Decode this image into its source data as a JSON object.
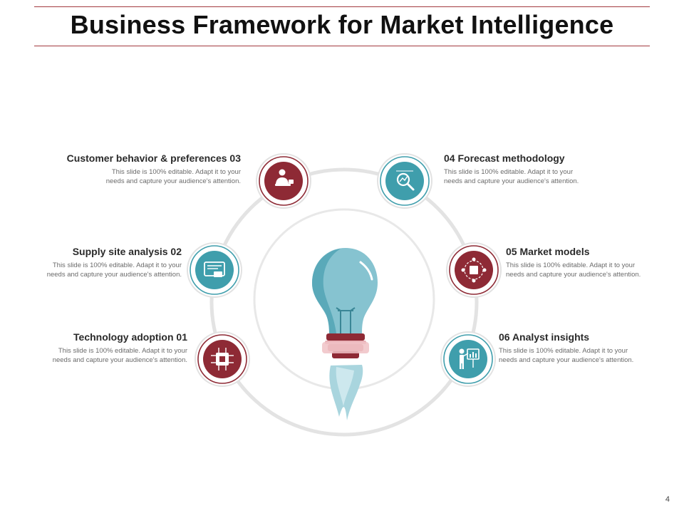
{
  "title": "Business Framework for Market Intelligence",
  "colors": {
    "maroon": "#8e2a35",
    "teal": "#3f9eac",
    "rule": "#a33a3f",
    "ring": "#e6e6e6"
  },
  "items": [
    {
      "heading": "Customer behavior & preferences 03",
      "desc_line1": "This slide is 100% editable.  Adapt it to your",
      "desc_line2": "needs and capture your audience's attention.",
      "icon": "customer-icon"
    },
    {
      "heading": "Supply site analysis  02",
      "desc_line1": "This slide is 100% editable.  Adapt it to your",
      "desc_line2": "needs and capture your audience's attention.",
      "icon": "supply-icon"
    },
    {
      "heading": "Technology adoption 01",
      "desc_line1": "This slide is 100% editable.  Adapt it to your",
      "desc_line2": "needs and capture your audience's attention.",
      "icon": "chip-icon"
    },
    {
      "heading": "04 Forecast methodology",
      "desc_line1": "This slide is 100% editable.  Adapt it to your",
      "desc_line2": "needs and capture your audience's attention.",
      "icon": "magnifier-chart-icon"
    },
    {
      "heading": "05 Market models",
      "desc_line1": "This slide is 100% editable.  Adapt it to your",
      "desc_line2": "needs and capture your audience's attention.",
      "icon": "network-icon"
    },
    {
      "heading": "06 Analyst  insights",
      "desc_line1": "This slide is 100% editable.  Adapt it to your",
      "desc_line2": "needs and capture your audience's attention.",
      "icon": "presenter-icon"
    }
  ],
  "center_icon": "lightbulb-rocket-icon",
  "page_number": "4"
}
